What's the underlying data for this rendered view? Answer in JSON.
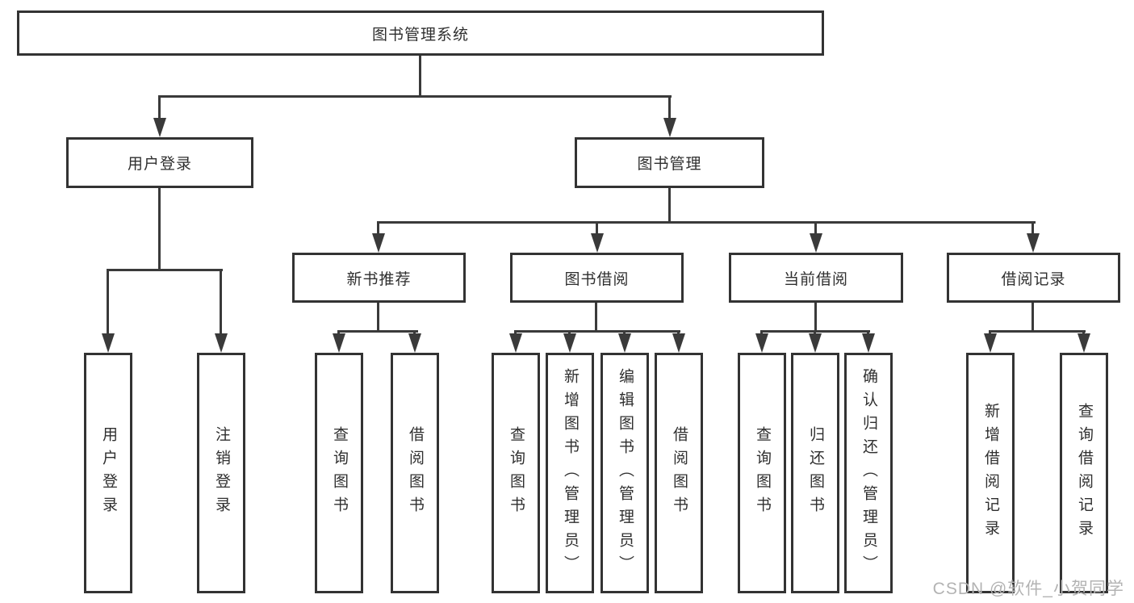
{
  "diagram": {
    "root": {
      "label": "图书管理系统"
    },
    "level2": [
      {
        "label": "用户登录"
      },
      {
        "label": "图书管理"
      }
    ],
    "level3": [
      {
        "label": "新书推荐"
      },
      {
        "label": "图书借阅"
      },
      {
        "label": "当前借阅"
      },
      {
        "label": "借阅记录"
      }
    ],
    "leaves": {
      "user_login": [
        "用户登录",
        "注销登录"
      ],
      "new_book": [
        "查询图书",
        "借阅图书"
      ],
      "book_borrow": [
        "查询图书",
        "新增图书（管理员）",
        "编辑图书（管理员）",
        "借阅图书"
      ],
      "current_borrow": [
        "查询图书",
        "归还图书",
        "确认归还（管理员）"
      ],
      "borrow_record": [
        "新增借阅记录",
        "查询借阅记录"
      ]
    },
    "colors": {
      "line": "#3a3a3a",
      "box_border": "#333333",
      "text": "#2f2f2f",
      "background": "#ffffff",
      "watermark": "#b3b3b3"
    }
  },
  "watermark": {
    "text": "CSDN @软件_小贺同学"
  }
}
